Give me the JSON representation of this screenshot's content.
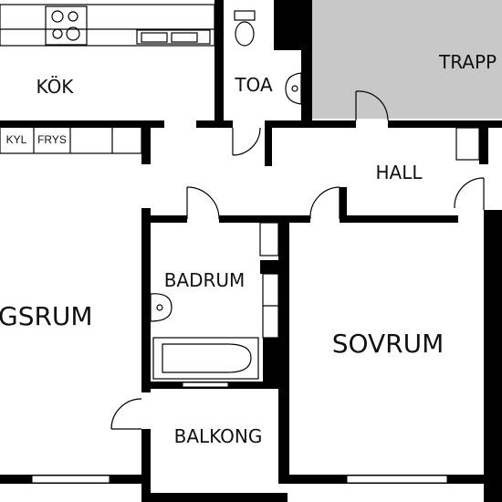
{
  "plan": {
    "rooms": {
      "kitchen": "KÖK",
      "toilet": "TOA",
      "stairwell": "TRAPP",
      "hall": "HALL",
      "bathroom": "BADRUM",
      "living_room": "GSRUM",
      "bedroom": "SOVRUM",
      "balcony": "BALKONG"
    },
    "fixtures": {
      "fridge": "KYL",
      "freezer": "FRYS"
    },
    "colors": {
      "wall": "#000000",
      "stairwell_fill": "#c8c8c8",
      "floor": "#ffffff"
    }
  }
}
